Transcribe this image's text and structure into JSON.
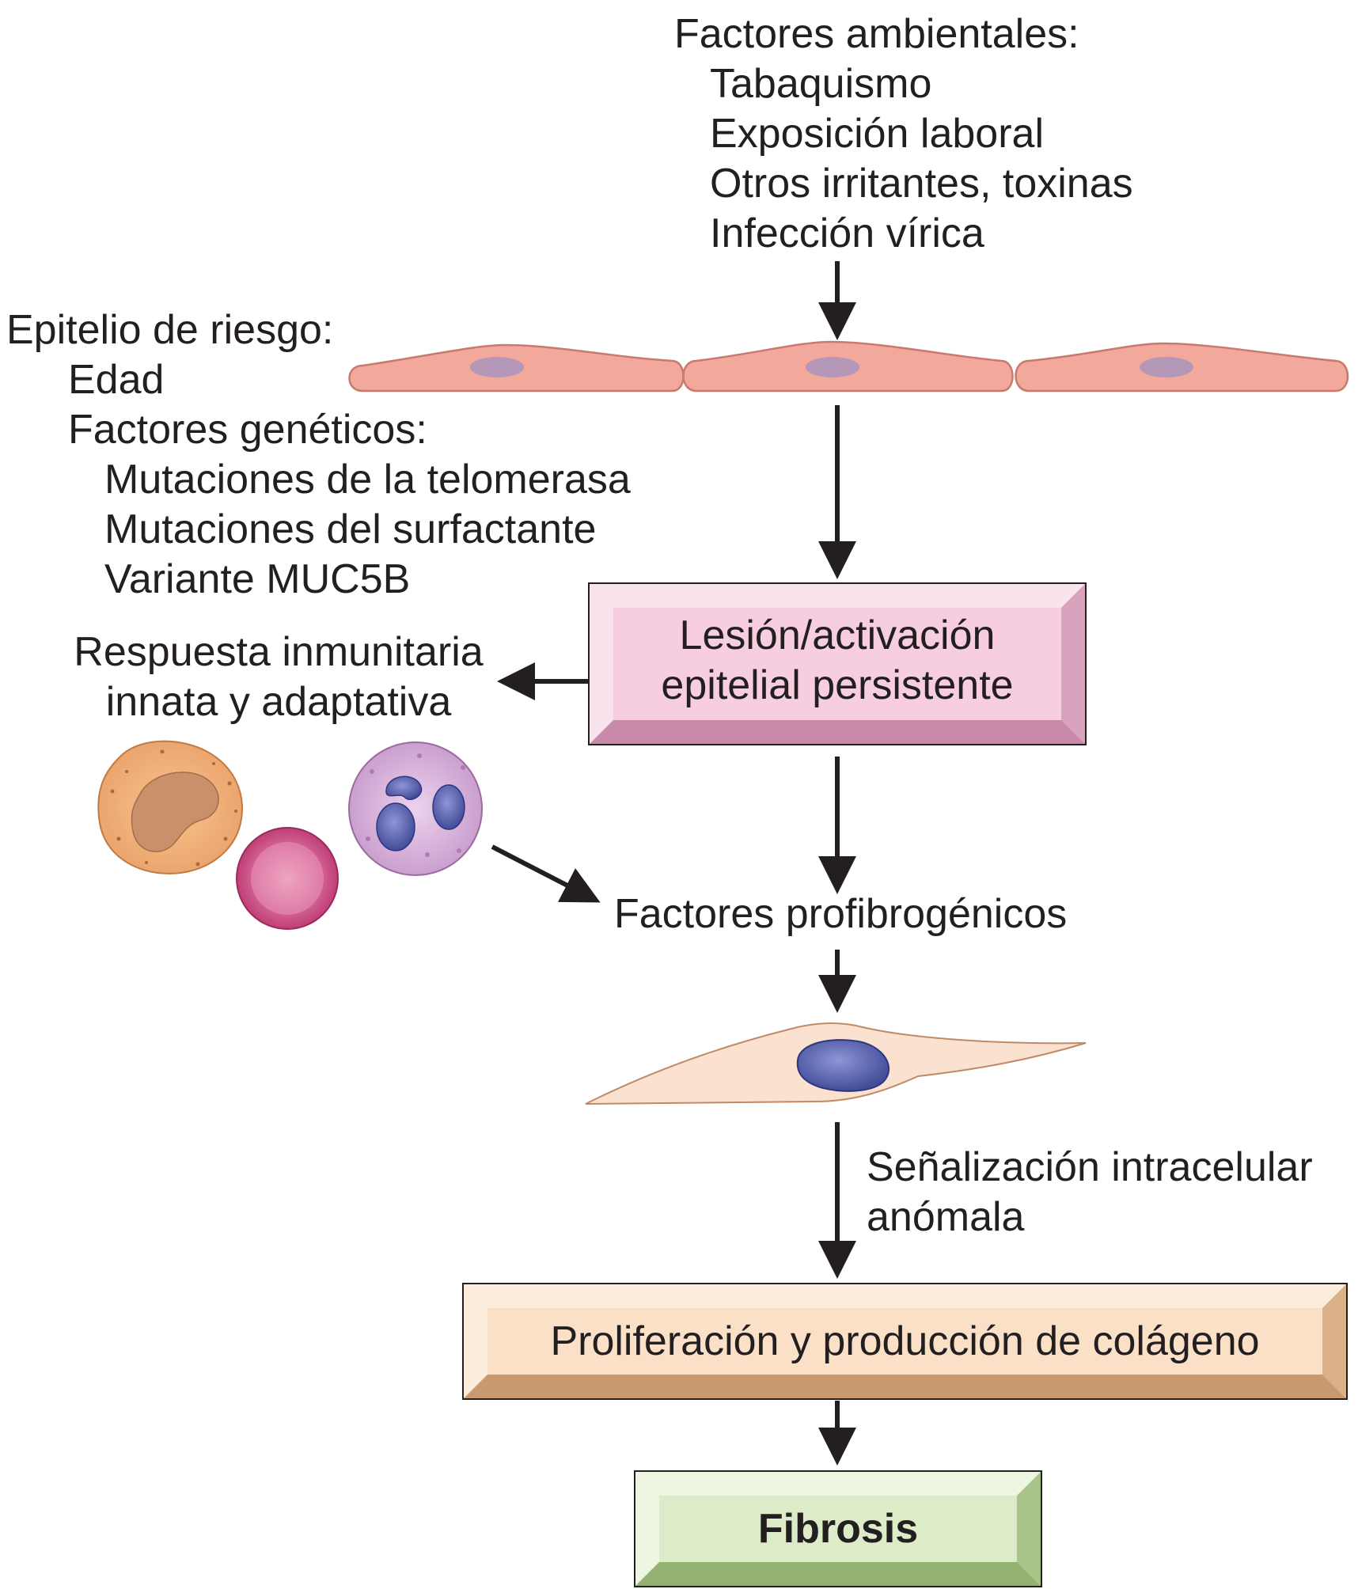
{
  "environmental": {
    "heading": "Factores ambientales:",
    "items": [
      "Tabaquismo",
      "Exposición laboral",
      "Otros irritantes, toxinas",
      "Infección vírica"
    ]
  },
  "at_risk": {
    "heading": "Epitelio de riesgo:",
    "age": "Edad",
    "genetic_heading": "Factores genéticos:",
    "genetic_items": [
      "Mutaciones de la telomerasa",
      "Mutaciones del surfactante",
      "Variante MUC5B"
    ]
  },
  "injury_box": {
    "line1": "Lesión/activación",
    "line2": "epitelial persistente"
  },
  "immune": {
    "line1": "Respuesta inmunitaria",
    "line2": "innata y adaptativa"
  },
  "profibrogenic": "Factores profibrogénicos",
  "signaling": {
    "line1": "Señalización intracelular",
    "line2": "anómala"
  },
  "proliferation_box": "Proliferación y producción de colágeno",
  "fibrosis_box": "Fibrosis",
  "colors": {
    "arrow": "#231f20",
    "epithelial_cell": "#f2a99c",
    "epithelial_nucleus": "#b597b8",
    "injury_box": "#f7cde0",
    "proliferation_box": "#f9e0c7",
    "fibrosis_box": "#dcebc8",
    "fibroblast": "#fbe1cf",
    "fibroblast_nucleus": "#5a63a8"
  }
}
